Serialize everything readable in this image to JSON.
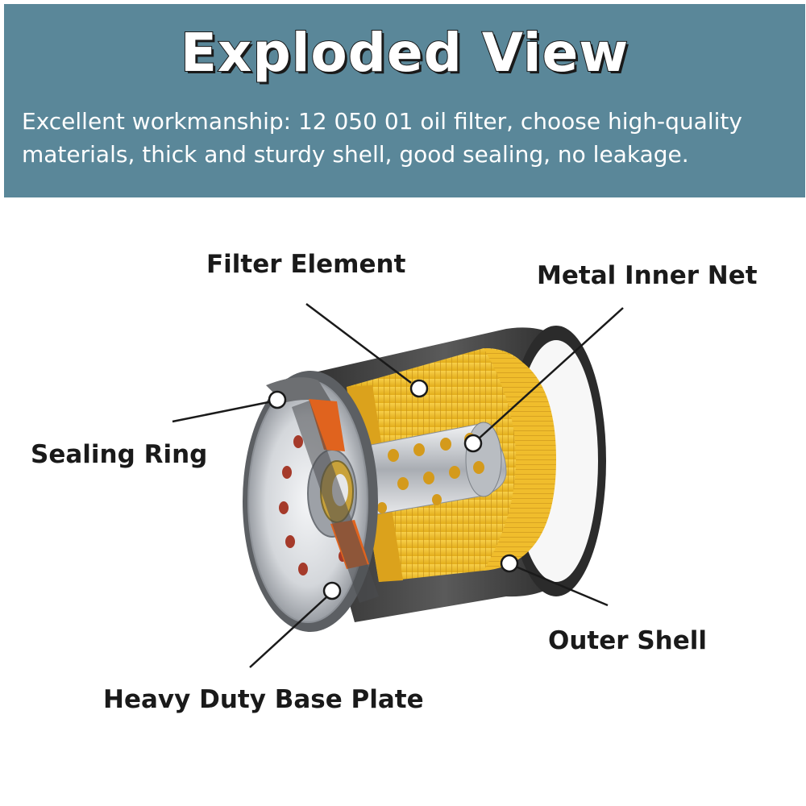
{
  "header": {
    "title": "Exploded View",
    "description": "Excellent workmanship: 12 050 01 oil filter, choose high-quality materials, thick and sturdy shell, good sealing, no leakage."
  },
  "labels": {
    "filter_element": "Filter Element",
    "metal_inner_net": "Metal Inner Net",
    "sealing_ring": "Sealing Ring",
    "outer_shell": "Outer Shell",
    "base_plate": "Heavy Duty Base Plate"
  },
  "colors": {
    "banner": "#5a8799",
    "filter_paper": "#f2c230",
    "shell": "#3a3a3a",
    "gasket": "#e0631e",
    "metal": "#c9ccd0"
  }
}
